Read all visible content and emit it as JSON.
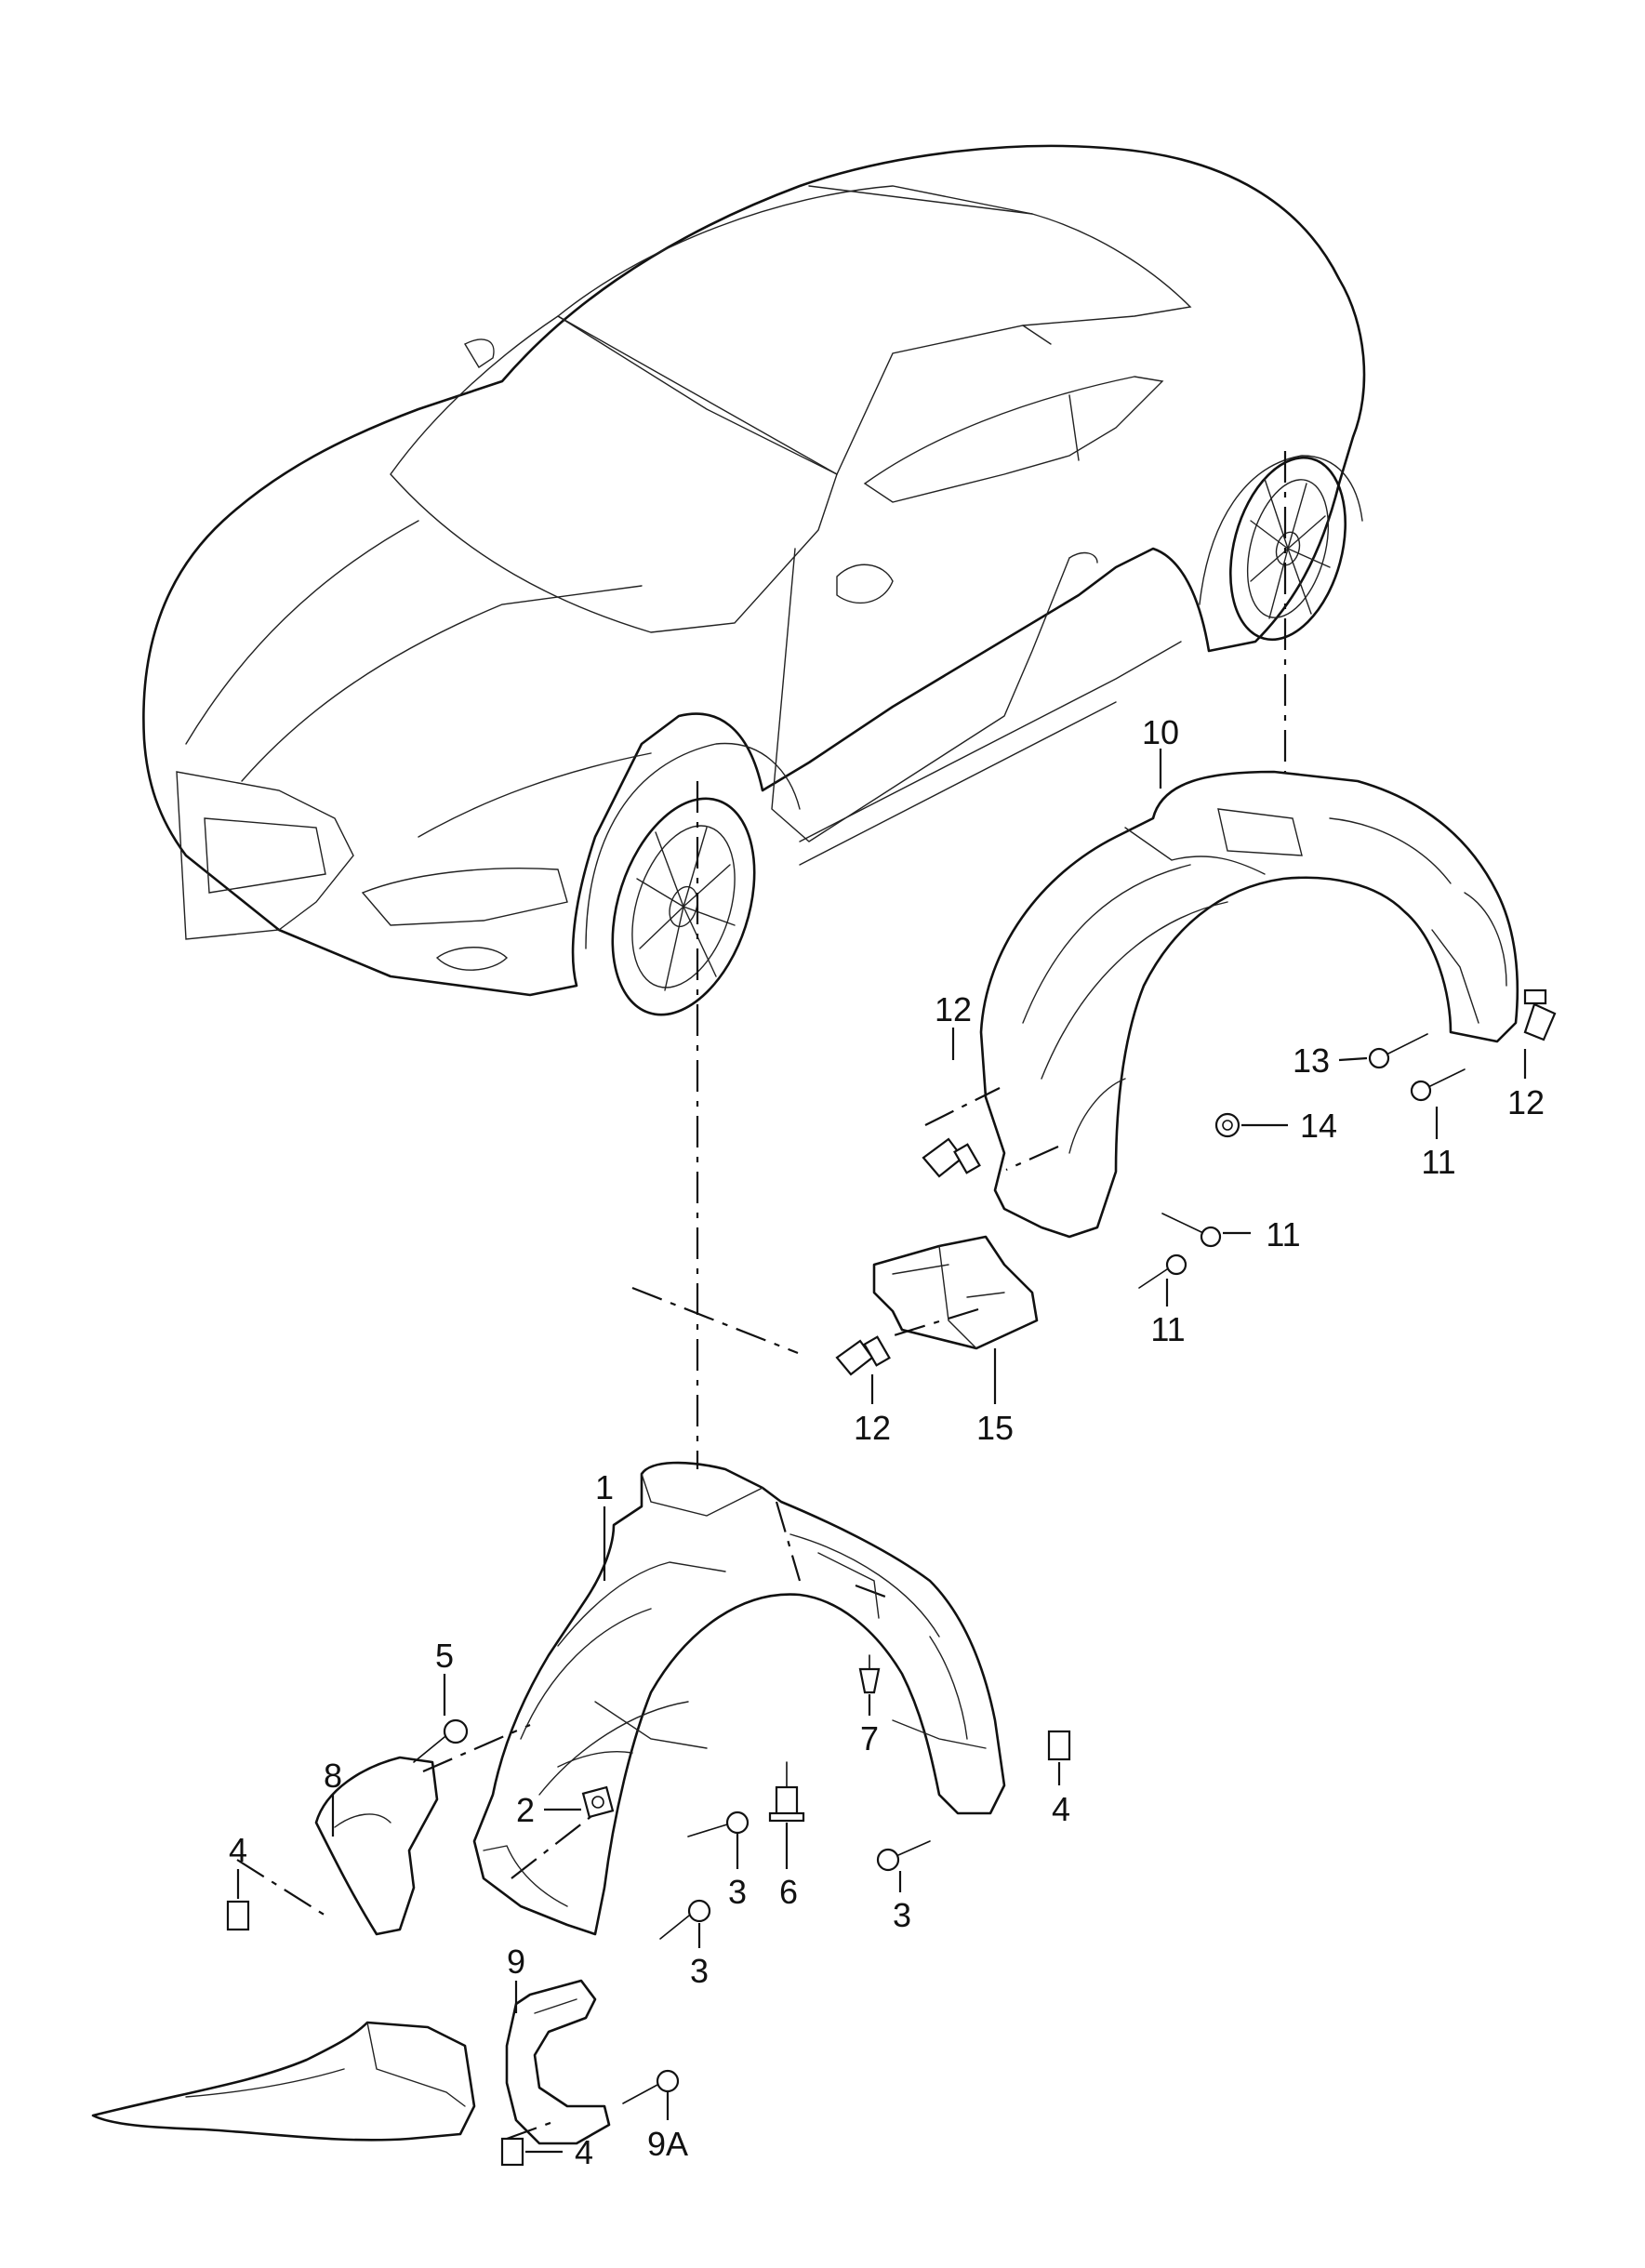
{
  "callouts": {
    "c1": "1",
    "c2": "2",
    "c3a": "3",
    "c3b": "3",
    "c3c": "3",
    "c4a": "4",
    "c4b": "4",
    "c4c": "4",
    "c5": "5",
    "c6": "6",
    "c7": "7",
    "c8": "8",
    "c9": "9",
    "c9a": "9A",
    "c10": "10",
    "c11a": "11",
    "c11b": "11",
    "c11c": "11",
    "c12a": "12",
    "c12b": "12",
    "c12c": "12",
    "c13": "13",
    "c14": "14",
    "c15": "15"
  }
}
